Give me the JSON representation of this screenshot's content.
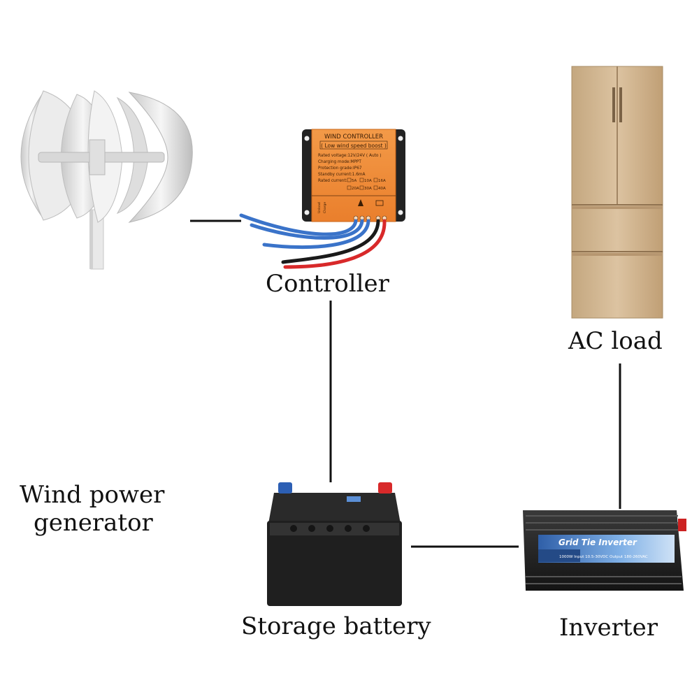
{
  "labels": {
    "controller": "Controller",
    "ac_load": "AC load",
    "wind_line1": "Wind power",
    "wind_line2": "generator",
    "battery": "Storage battery",
    "inverter": "Inverter"
  },
  "controller_device": {
    "title": "WIND CONTROLLER",
    "subtitle": "( Low wind speed boost )",
    "spec1": "Rated voltage:12V/24V ( Auto )",
    "spec2": "Charging mode:MPPT",
    "spec3": "Protection grade:IP67",
    "spec4": "Standby current:1.6mA",
    "spec5": "Rated current:",
    "current_options_row1": [
      "5A",
      "10A",
      "16A"
    ],
    "current_options_row2": [
      "20A",
      "30A",
      "40A"
    ],
    "terminal_labels": [
      "Unload",
      "Charge"
    ],
    "body_color": "#f08a3a"
  },
  "inverter_device": {
    "title": "Grid Tie Inverter",
    "spec": "1000W  Input 10.5-30VDC Output 180-260VAC"
  },
  "colors": {
    "wire_blue": "#3a73c9",
    "wire_red": "#d8292a",
    "wire_black": "#1a1a1a",
    "fridge": "#d2b896",
    "battery_body": "#1f1f1f",
    "inverter_body": "#222222"
  }
}
